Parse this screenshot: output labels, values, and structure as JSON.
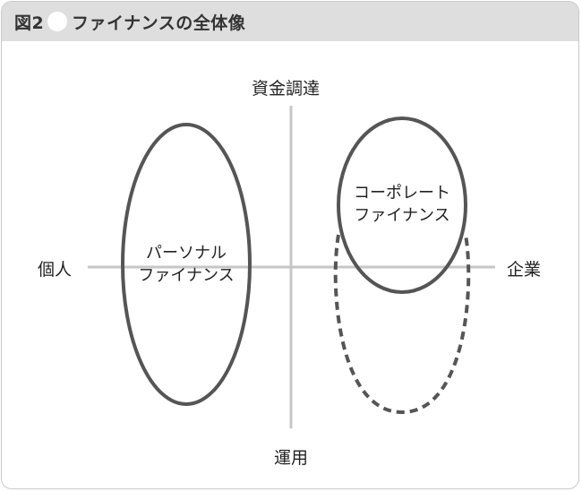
{
  "header": {
    "figure_label": "図2",
    "title": "ファイナンスの全体像"
  },
  "axes": {
    "top": "資金調達",
    "bottom": "運用",
    "left": "個人",
    "right": "企業"
  },
  "groups": {
    "personal": {
      "line1": "パーソナル",
      "line2": "ファイナンス"
    },
    "corporate": {
      "line1": "コーポレート",
      "line2": "ファイナンス"
    }
  },
  "colors": {
    "header_bg": "#dedede",
    "axis": "#c6c6c6",
    "ellipse": "#555555",
    "text": "#222222"
  }
}
